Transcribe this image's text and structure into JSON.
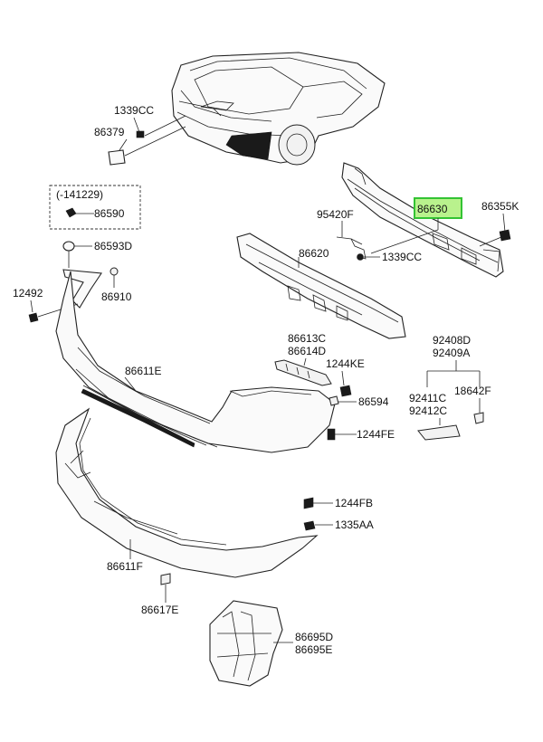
{
  "diagram": {
    "highlight_color": "#33c333",
    "highlight_fill": "#b9f28d",
    "dashed_group_note": "(-141229)",
    "parts": {
      "p1339CC_top": "1339CC",
      "p86379": "86379",
      "p86590": "86590",
      "p86593D": "86593D",
      "p12492": "12492",
      "p86910": "86910",
      "p86611E": "86611E",
      "p95420F": "95420F",
      "p86630": "86630",
      "p86355K": "86355K",
      "p86620": "86620",
      "p1339CC_mid": "1339CC",
      "p86613C": "86613C",
      "p86614D": "86614D",
      "p1244KE": "1244KE",
      "p86594": "86594",
      "p1244FE": "1244FE",
      "p92408D": "92408D",
      "p92409A": "92409A",
      "p92411C": "92411C",
      "p92412C": "92412C",
      "p18642F": "18642F",
      "p1244FB": "1244FB",
      "p1335AA": "1335AA",
      "p86611F": "86611F",
      "p86617E": "86617E",
      "p86695D": "86695D",
      "p86695E": "86695E"
    }
  }
}
